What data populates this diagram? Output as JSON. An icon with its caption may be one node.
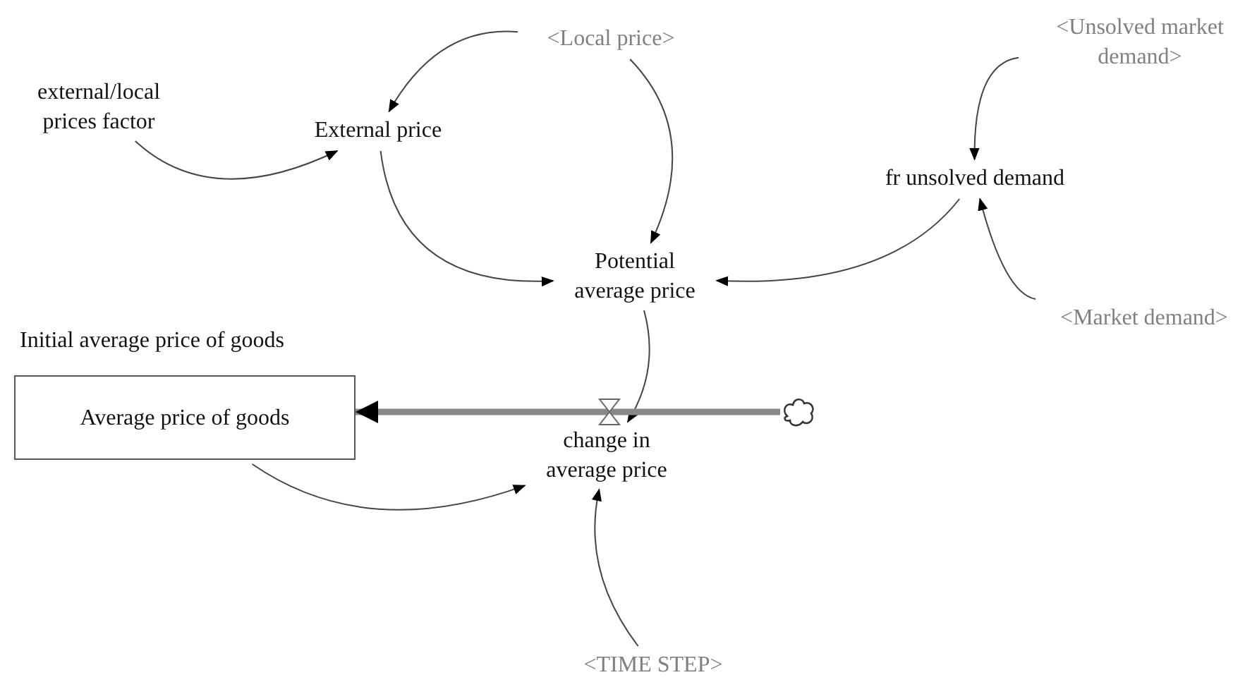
{
  "diagram": {
    "nodes": [
      {
        "text": [
          "external/local prices factor"
        ]
      },
      {
        "text": [
          "<Local price>"
        ]
      },
      {
        "text": [
          "External price"
        ]
      },
      {
        "text": [
          "<Unsolved market demand>"
        ]
      },
      {
        "text": [
          "fr unsolved demand"
        ]
      },
      {
        "text": [
          "Potential average price"
        ]
      },
      {
        "text": [
          "<Market demand>"
        ]
      },
      {
        "text": [
          "Average price of goods"
        ]
      },
      {
        "text": [
          "change in average price"
        ]
      },
      {
        "text": [],
        "shape": "cloud"
      },
      {
        "text": [
          "<TIME STEP>"
        ]
      }
    ],
    "edges": [
      {
        "from": 1,
        "to": 2,
        "arrow": "to"
      },
      {
        "from": 0,
        "to": 2,
        "arrow": "to"
      },
      {
        "from": 1,
        "to": 5,
        "arrow": "to"
      },
      {
        "from": 2,
        "to": 5,
        "arrow": "to"
      },
      {
        "from": 3,
        "to": 4,
        "arrow": "to"
      },
      {
        "from": 4,
        "to": 5,
        "arrow": "to"
      },
      {
        "from": 6,
        "to": 4,
        "arrow": "to"
      },
      {
        "from": 5,
        "to": 8,
        "arrow": "to"
      },
      {
        "from": 7,
        "to": 8,
        "arrow": "to"
      },
      {
        "from": 10,
        "to": 8,
        "arrow": "to"
      },
      {
        "from": 9,
        "to": 7,
        "arrow": "to",
        "style": "thick"
      }
    ],
    "labels": [
      "Initial average price of goods"
    ]
  }
}
